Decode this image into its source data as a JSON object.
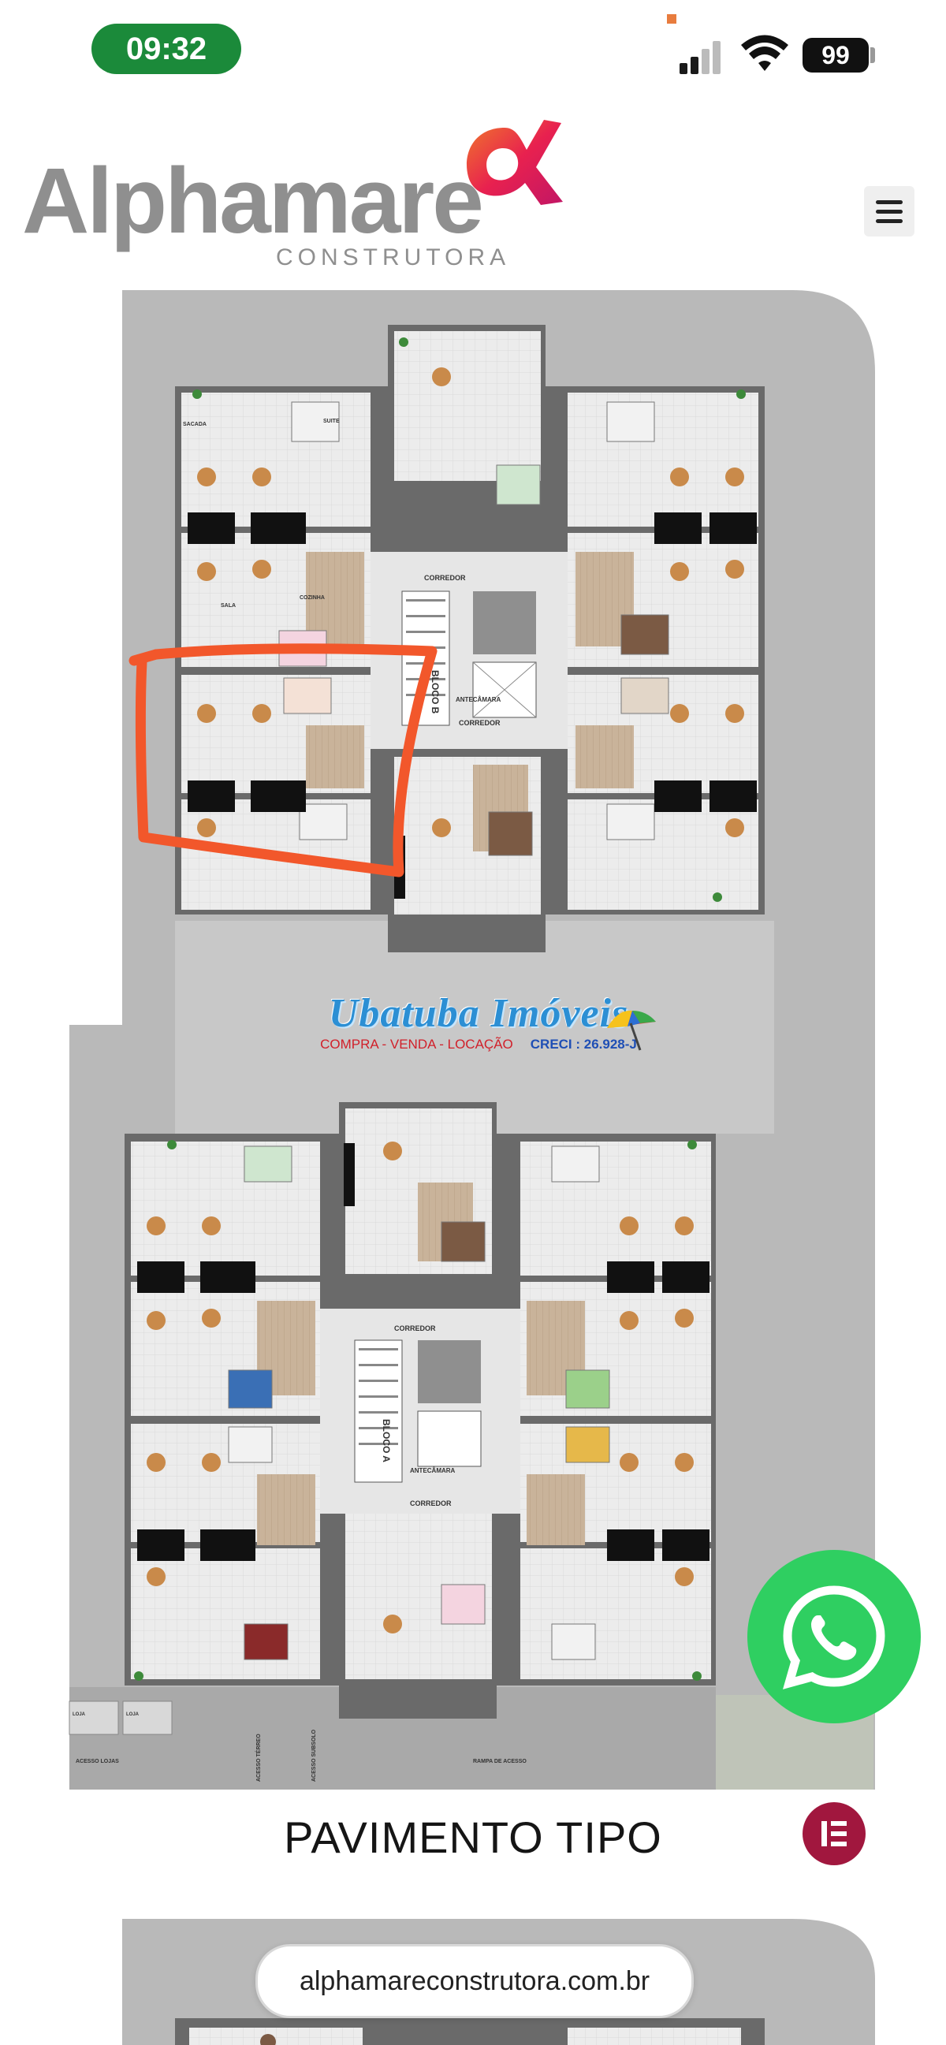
{
  "status_bar": {
    "time": "09:32",
    "battery": "99"
  },
  "header": {
    "logo_text": "Alphamare",
    "logo_subtitle": "CONSTRUTORA"
  },
  "plan": {
    "corridor_label": "CORREDOR",
    "antechamber_label": "ANTECÂMARA",
    "block_b_label": "BLOCO B",
    "block_a_label": "BLOCO A",
    "room_labels": {
      "sala": "SALA",
      "cozinha": "COZINHA",
      "suite": "SUITE",
      "sacada": "SACADA"
    },
    "bottom_labels": {
      "loja1": "LOJA",
      "loja2": "LOJA",
      "acesso_lojas": "ACESSO LOJAS",
      "acesso_terreo": "ACESSO TÉRREO",
      "acesso_subsolo": "ACESSO SUBSOLO",
      "rampa": "RAMPA DE ACESSO"
    }
  },
  "watermark": {
    "title": "Ubatuba Imóveis",
    "services": "COMPRA - VENDA - LOCAÇÃO",
    "creci": "CRECI : 26.928-J"
  },
  "caption": "PAVIMENTO TIPO",
  "url": "alphamareconstrutora.com.br",
  "colors": {
    "whatsapp": "#2fcf61",
    "highlight": "#f2572b",
    "elementor": "#a1173e",
    "status_green": "#1b8a3a"
  }
}
